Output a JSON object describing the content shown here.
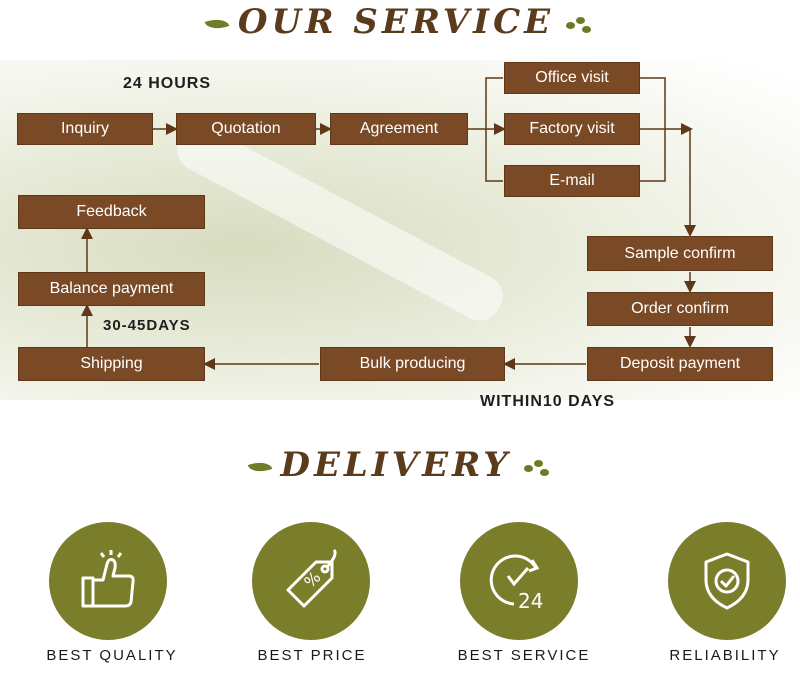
{
  "service": {
    "title": "OUR SERVICE",
    "labels": {
      "hours": "24 HOURS",
      "balance_days": "30-45DAYS",
      "within": "WITHIN10 DAYS"
    },
    "steps": {
      "inquiry": "Inquiry",
      "quotation": "Quotation",
      "agreement": "Agreement",
      "office_visit": "Office visit",
      "factory_visit": "Factory visit",
      "email": "E-mail",
      "sample_confirm": "Sample confirm",
      "order_confirm": "Order confirm",
      "deposit_payment": "Deposit payment",
      "bulk_producing": "Bulk producing",
      "shipping": "Shipping",
      "balance_payment": "Balance payment",
      "feedback": "Feedback"
    }
  },
  "delivery": {
    "title": "DELIVERY",
    "features": [
      {
        "label": "BEST QUALITY",
        "icon": "thumbs-up-icon"
      },
      {
        "label": "BEST PRICE",
        "icon": "price-tag-icon"
      },
      {
        "label": "BEST SERVICE",
        "icon": "24-hour-clock-icon"
      },
      {
        "label": "RELIABILITY",
        "icon": "shield-check-icon"
      }
    ]
  },
  "colors": {
    "box": "#7a4a26",
    "heading": "#5a3b1c",
    "circle": "#7a7e2b",
    "accent_green": "#6f7d2b"
  }
}
